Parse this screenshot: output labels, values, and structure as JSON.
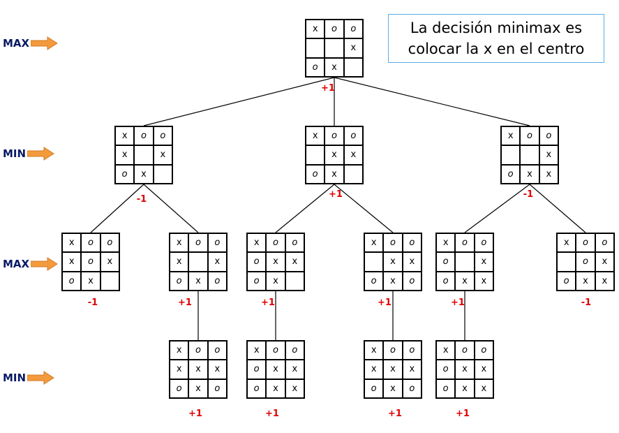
{
  "callout": {
    "line1": "La decisión minimax es",
    "line2": "colocar la x en el centro"
  },
  "levels": [
    "MAX",
    "MIN",
    "MAX",
    "MIN"
  ],
  "colors": {
    "level_text": "#0a1a66",
    "arrow": "#f39a3c",
    "value": "#e00000",
    "callout_border": "#5aaee0"
  },
  "boards": [
    {
      "id": "root",
      "cells": [
        "x",
        "o",
        "o",
        "",
        "",
        "x",
        "o",
        "x",
        ""
      ],
      "value": "+1"
    },
    {
      "id": "b1",
      "cells": [
        "x",
        "o",
        "o",
        "x",
        "",
        "x",
        "o",
        "x",
        ""
      ],
      "value": "-1"
    },
    {
      "id": "b2",
      "cells": [
        "x",
        "o",
        "o",
        "",
        "x",
        "x",
        "o",
        "x",
        ""
      ],
      "value": "+1"
    },
    {
      "id": "b3",
      "cells": [
        "x",
        "o",
        "o",
        "",
        "",
        "x",
        "o",
        "x",
        "x"
      ],
      "value": "-1"
    },
    {
      "id": "b11",
      "cells": [
        "x",
        "o",
        "o",
        "x",
        "o",
        "x",
        "o",
        "x",
        ""
      ],
      "value": "-1"
    },
    {
      "id": "b12",
      "cells": [
        "x",
        "o",
        "o",
        "x",
        "",
        "x",
        "o",
        "x",
        "o"
      ],
      "value": "+1"
    },
    {
      "id": "b21",
      "cells": [
        "x",
        "o",
        "o",
        "o",
        "x",
        "x",
        "o",
        "x",
        ""
      ],
      "value": "+1"
    },
    {
      "id": "b22",
      "cells": [
        "x",
        "o",
        "o",
        "",
        "x",
        "x",
        "o",
        "x",
        "o"
      ],
      "value": "+1"
    },
    {
      "id": "b31",
      "cells": [
        "x",
        "o",
        "o",
        "o",
        "",
        "x",
        "o",
        "x",
        "x"
      ],
      "value": "+1"
    },
    {
      "id": "b32",
      "cells": [
        "x",
        "o",
        "o",
        "",
        "o",
        "x",
        "o",
        "x",
        "x"
      ],
      "value": "-1"
    },
    {
      "id": "b121",
      "cells": [
        "x",
        "o",
        "o",
        "x",
        "x",
        "x",
        "o",
        "x",
        "o"
      ],
      "value": "+1"
    },
    {
      "id": "b211",
      "cells": [
        "x",
        "o",
        "o",
        "o",
        "x",
        "x",
        "o",
        "x",
        "x"
      ],
      "value": "+1"
    },
    {
      "id": "b221",
      "cells": [
        "x",
        "o",
        "o",
        "x",
        "x",
        "x",
        "o",
        "x",
        "o"
      ],
      "value": "+1"
    },
    {
      "id": "b311",
      "cells": [
        "x",
        "o",
        "o",
        "o",
        "x",
        "x",
        "o",
        "x",
        "x"
      ],
      "value": "+1"
    }
  ],
  "edges": [
    [
      "root",
      "b1"
    ],
    [
      "root",
      "b2"
    ],
    [
      "root",
      "b3"
    ],
    [
      "b1",
      "b11"
    ],
    [
      "b1",
      "b12"
    ],
    [
      "b2",
      "b21"
    ],
    [
      "b2",
      "b22"
    ],
    [
      "b3",
      "b31"
    ],
    [
      "b3",
      "b32"
    ],
    [
      "b12",
      "b121"
    ],
    [
      "b21",
      "b211"
    ],
    [
      "b22",
      "b221"
    ],
    [
      "b31",
      "b311"
    ]
  ]
}
